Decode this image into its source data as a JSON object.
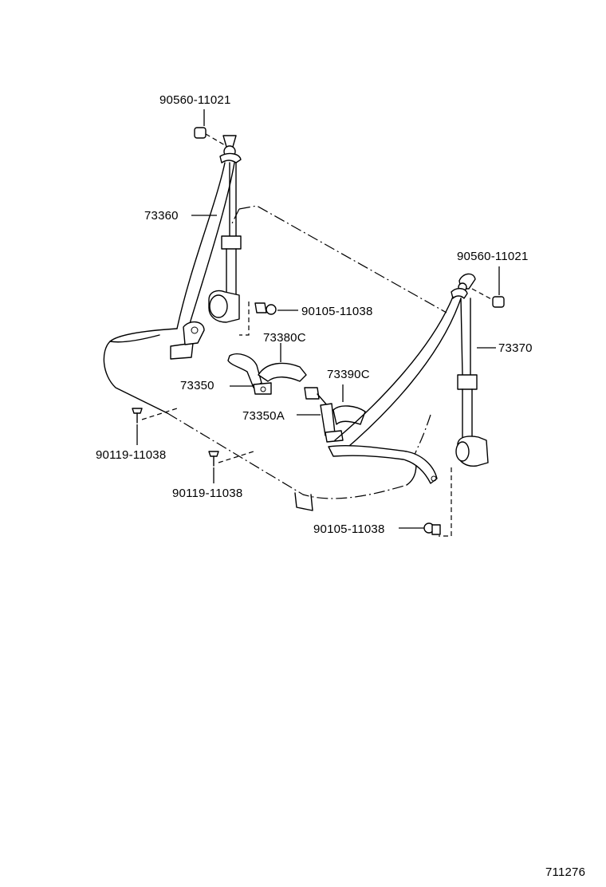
{
  "labels": {
    "anchor_bolt_left": "90560-11021",
    "belt_left": "73360",
    "retractor_bolt_left": "90105-11038",
    "buckle_center": "73380C",
    "tongue_center": "73390C",
    "buckle_left": "73350",
    "buckle_right": "73350A",
    "floor_bolt_front": "90119-11038",
    "floor_bolt_rear": "90119-11038",
    "anchor_bolt_right": "90560-11021",
    "belt_right": "73370",
    "retractor_bolt_right": "90105-11038"
  },
  "figure_number": "711276"
}
